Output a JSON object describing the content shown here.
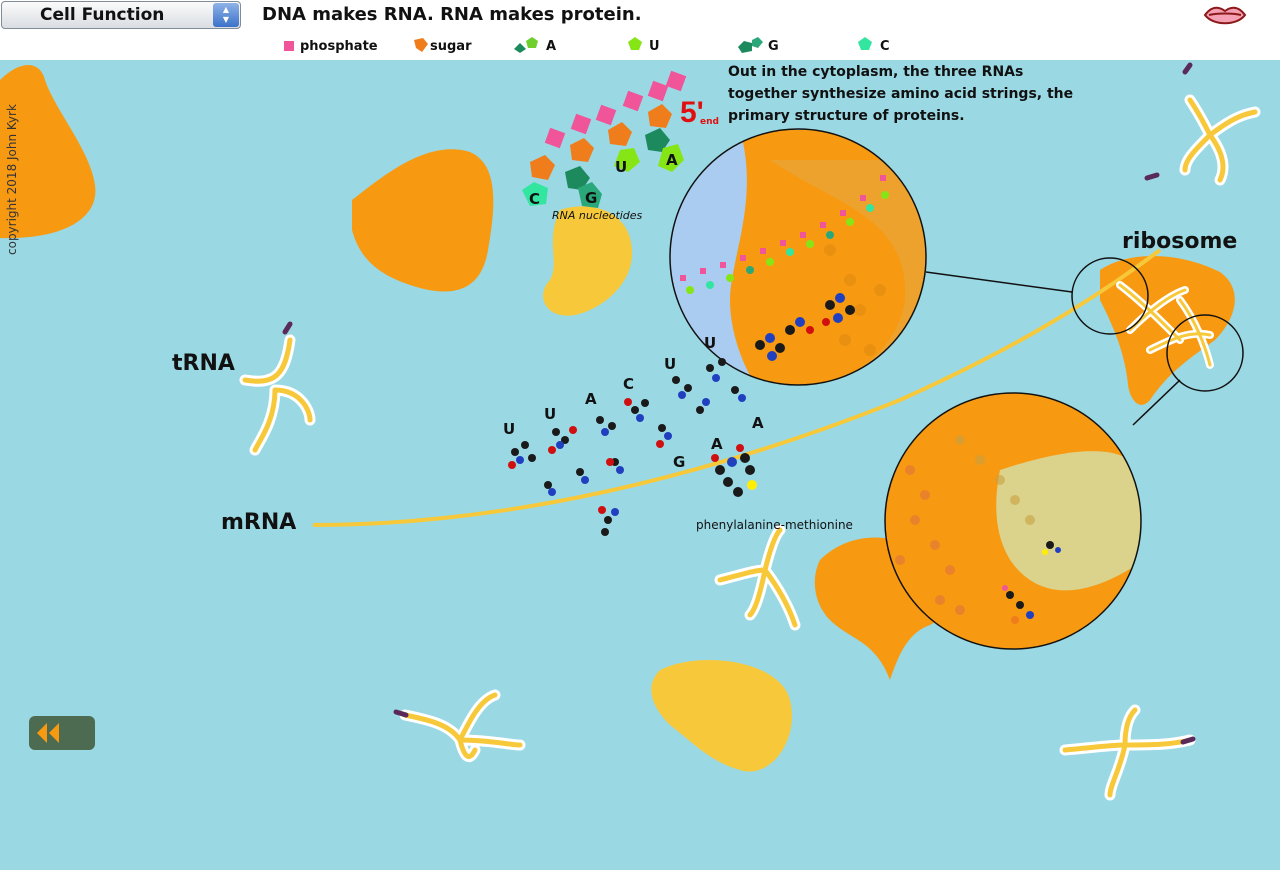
{
  "header": {
    "menu_selected": "Cell Function",
    "title": "DNA makes RNA. RNA makes protein."
  },
  "legend": {
    "phosphate": "phosphate",
    "sugar": "sugar",
    "a": "A",
    "u": "U",
    "g": "G",
    "c": "C"
  },
  "colors": {
    "background": "#9ad8e4",
    "phosphate": "#f0559a",
    "sugar": "#f07d1c",
    "adenine": "#1c8a5c",
    "uracil": "#86e615",
    "guanine": "#2aa87a",
    "cytosine": "#32e6a0",
    "ribosome": "#f79a12",
    "trna": "#f7c93a"
  },
  "labels": {
    "five_prime": "5'",
    "end": "end",
    "rna_nucleotides": "RNA nucleotides",
    "ribosome": "ribosome",
    "trna": "tRNA",
    "mrna": "mRNA",
    "dipeptide": "phenylalanine-methionine",
    "note": "Out in the cytoplasm, the three RNAs together synthesize amino acid strings, the primary structure of proteins.",
    "copyright": "copyright 2018 John Kyrk"
  },
  "nucleotide_chain_bases": [
    "C",
    "G",
    "U",
    "A"
  ],
  "codon_letters": {
    "u1": "U",
    "u2": "U",
    "a1": "A",
    "c1": "C",
    "u3": "U",
    "u4": "U",
    "g1": "G",
    "a2": "A",
    "a3": "A"
  },
  "icons": {
    "back": "rewind-icon",
    "logo": "lips-icon"
  }
}
